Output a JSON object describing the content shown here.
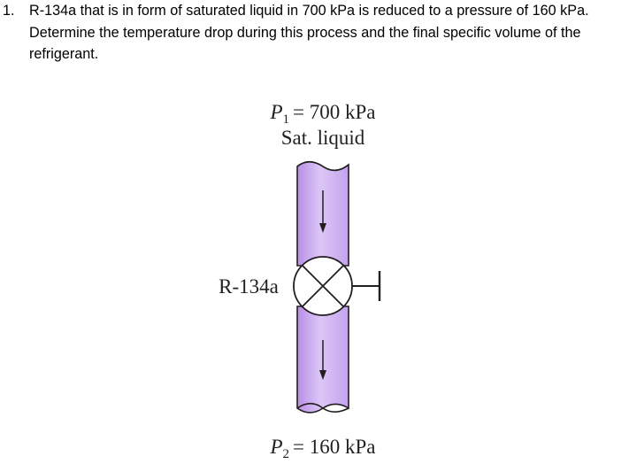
{
  "question": {
    "number": "1.",
    "text": "R-134a that is in form of saturated liquid in 700 kPa is reduced to a pressure of 160 kPa. Determine the temperature drop during this process and the final specific volume of the refrigerant."
  },
  "figure": {
    "inlet": {
      "pressure_symbol": "P",
      "pressure_subscript": "1",
      "pressure_value": "= 700 kPa",
      "state": "Sat. liquid"
    },
    "fluid_label": "R-134a",
    "outlet": {
      "pressure_symbol": "P",
      "pressure_subscript": "2",
      "pressure_value": "= 160 kPa"
    },
    "colors": {
      "pipe_fill": "#d9c4f5",
      "pipe_shade": "#b78ce6",
      "outline": "#231f20"
    }
  }
}
